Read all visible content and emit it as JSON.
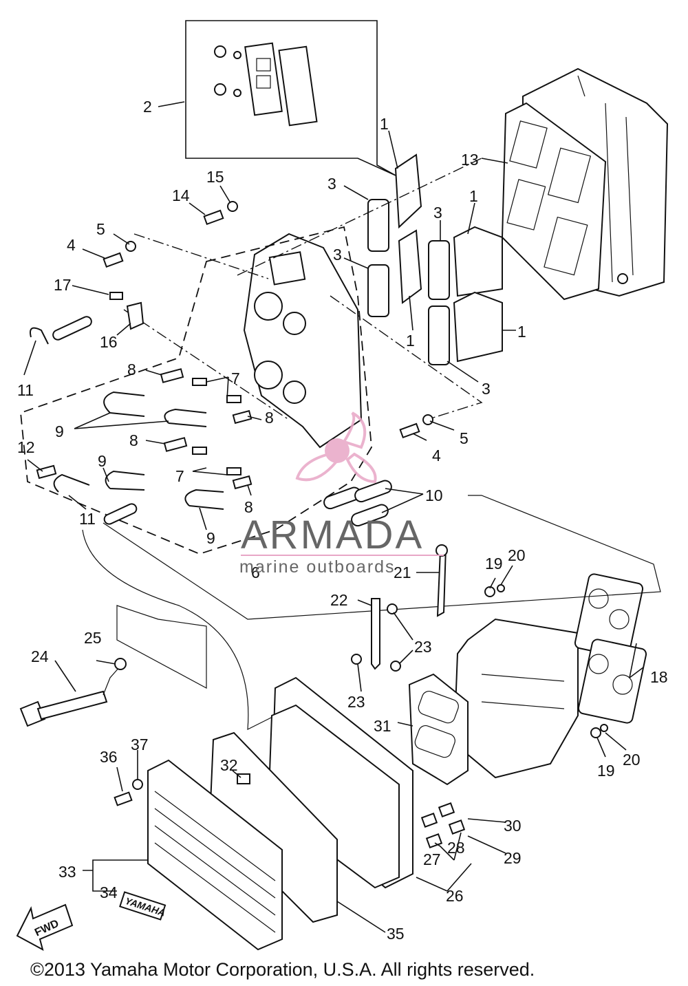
{
  "callouts": [
    "1",
    "2",
    "3",
    "4",
    "5",
    "6",
    "7",
    "8",
    "9",
    "10",
    "11",
    "12",
    "13",
    "14",
    "15",
    "16",
    "17",
    "18",
    "19",
    "20",
    "21",
    "22",
    "23",
    "24",
    "25",
    "26",
    "27",
    "28",
    "29",
    "30",
    "31",
    "32",
    "33",
    "34",
    "35",
    "36",
    "37"
  ],
  "watermark": {
    "brand": "ARMADA",
    "tagline": "marine outboards",
    "color": "#e8a6c6"
  },
  "copyright": "©2013 Yamaha Motor Corporation, U.S.A. All rights reserved.",
  "fwd_label": "FWD",
  "cover_brand": "YAMAHA"
}
